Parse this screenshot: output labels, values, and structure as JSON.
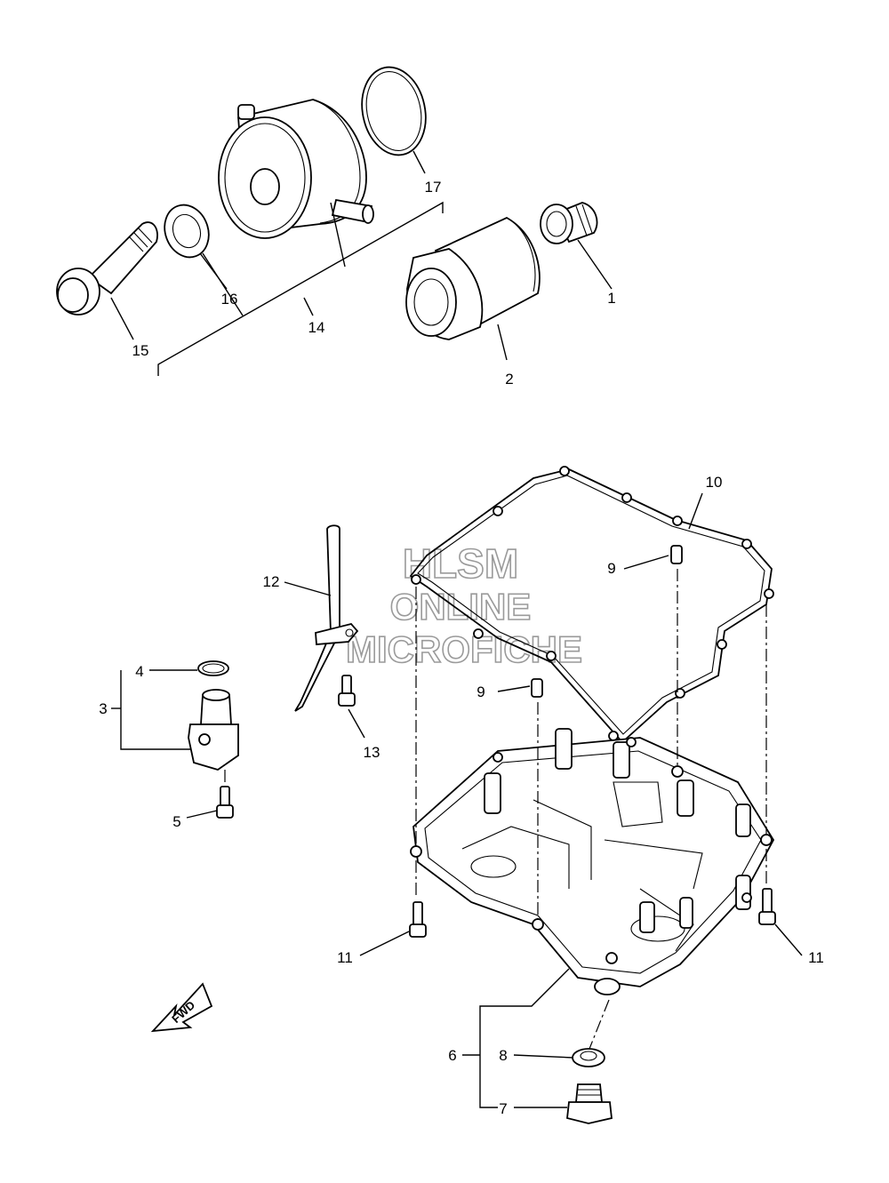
{
  "watermark": {
    "line1": "HLSM",
    "line2": "ONLINE",
    "line3": "MICROFICHE"
  },
  "direction_arrow": {
    "label": "FWD",
    "icon": "fwd-arrow-icon"
  },
  "callouts": {
    "c1": "1",
    "c2": "2",
    "c3": "3",
    "c4": "4",
    "c5": "5",
    "c6": "6",
    "c7": "7",
    "c8": "8",
    "c9a": "9",
    "c9b": "9",
    "c10": "10",
    "c11a": "11",
    "c11b": "11",
    "c12": "12",
    "c13": "13",
    "c14": "14",
    "c15": "15",
    "c16": "16",
    "c17": "17"
  }
}
